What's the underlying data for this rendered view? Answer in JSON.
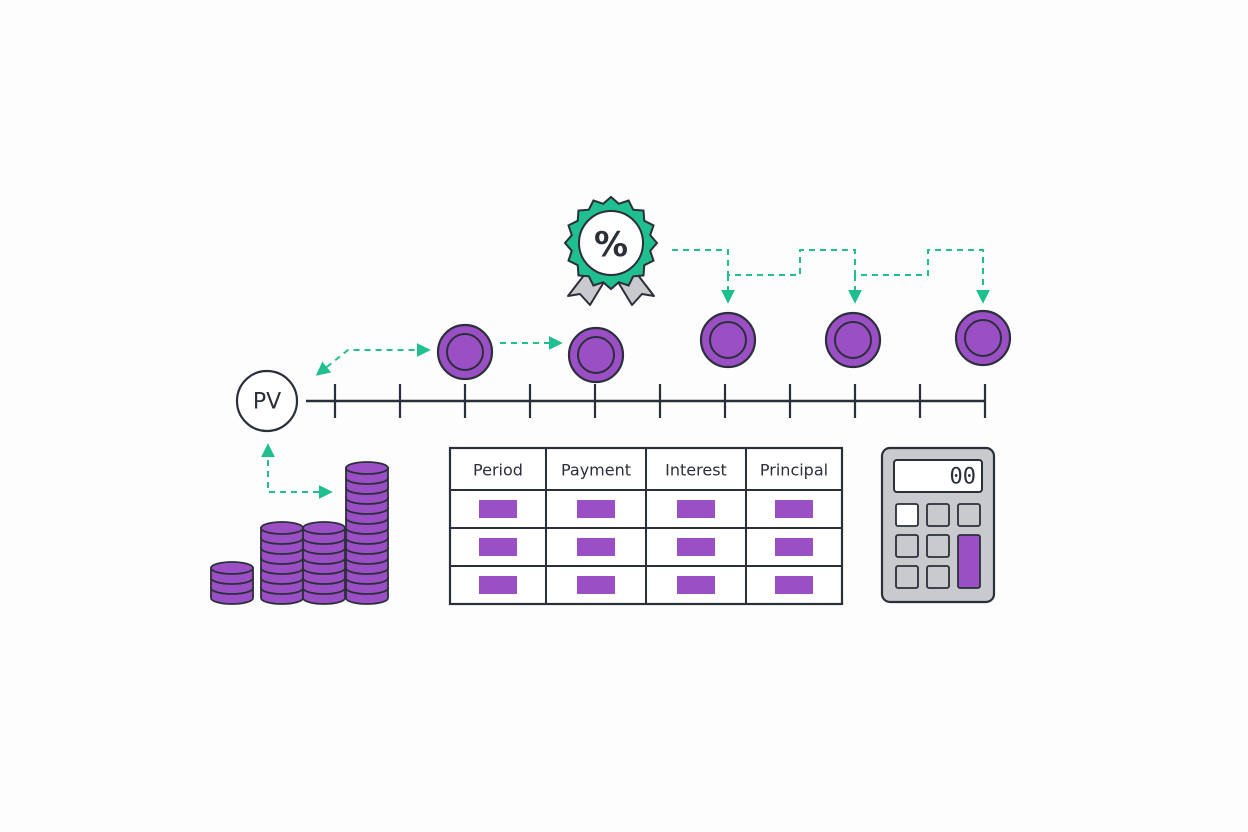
{
  "timeline": {
    "pv_label": "PV",
    "periods": 10
  },
  "rate_badge": {
    "symbol": "%"
  },
  "schedule_table": {
    "headers": [
      "Period",
      "Payment",
      "Interest",
      "Principal"
    ],
    "row_count": 3
  },
  "calculator": {
    "display": "00"
  },
  "colors": {
    "ink": "#2b2f3a",
    "purple": "#9b4fc4",
    "purple_dark": "#6a2f8c",
    "teal": "#1fbf8f",
    "gray": "#c9cacd",
    "white": "#ffffff"
  },
  "icons": {
    "coin_stacks": "coin-stack-icon",
    "badge": "percent-badge-icon",
    "calculator": "calculator-icon"
  }
}
